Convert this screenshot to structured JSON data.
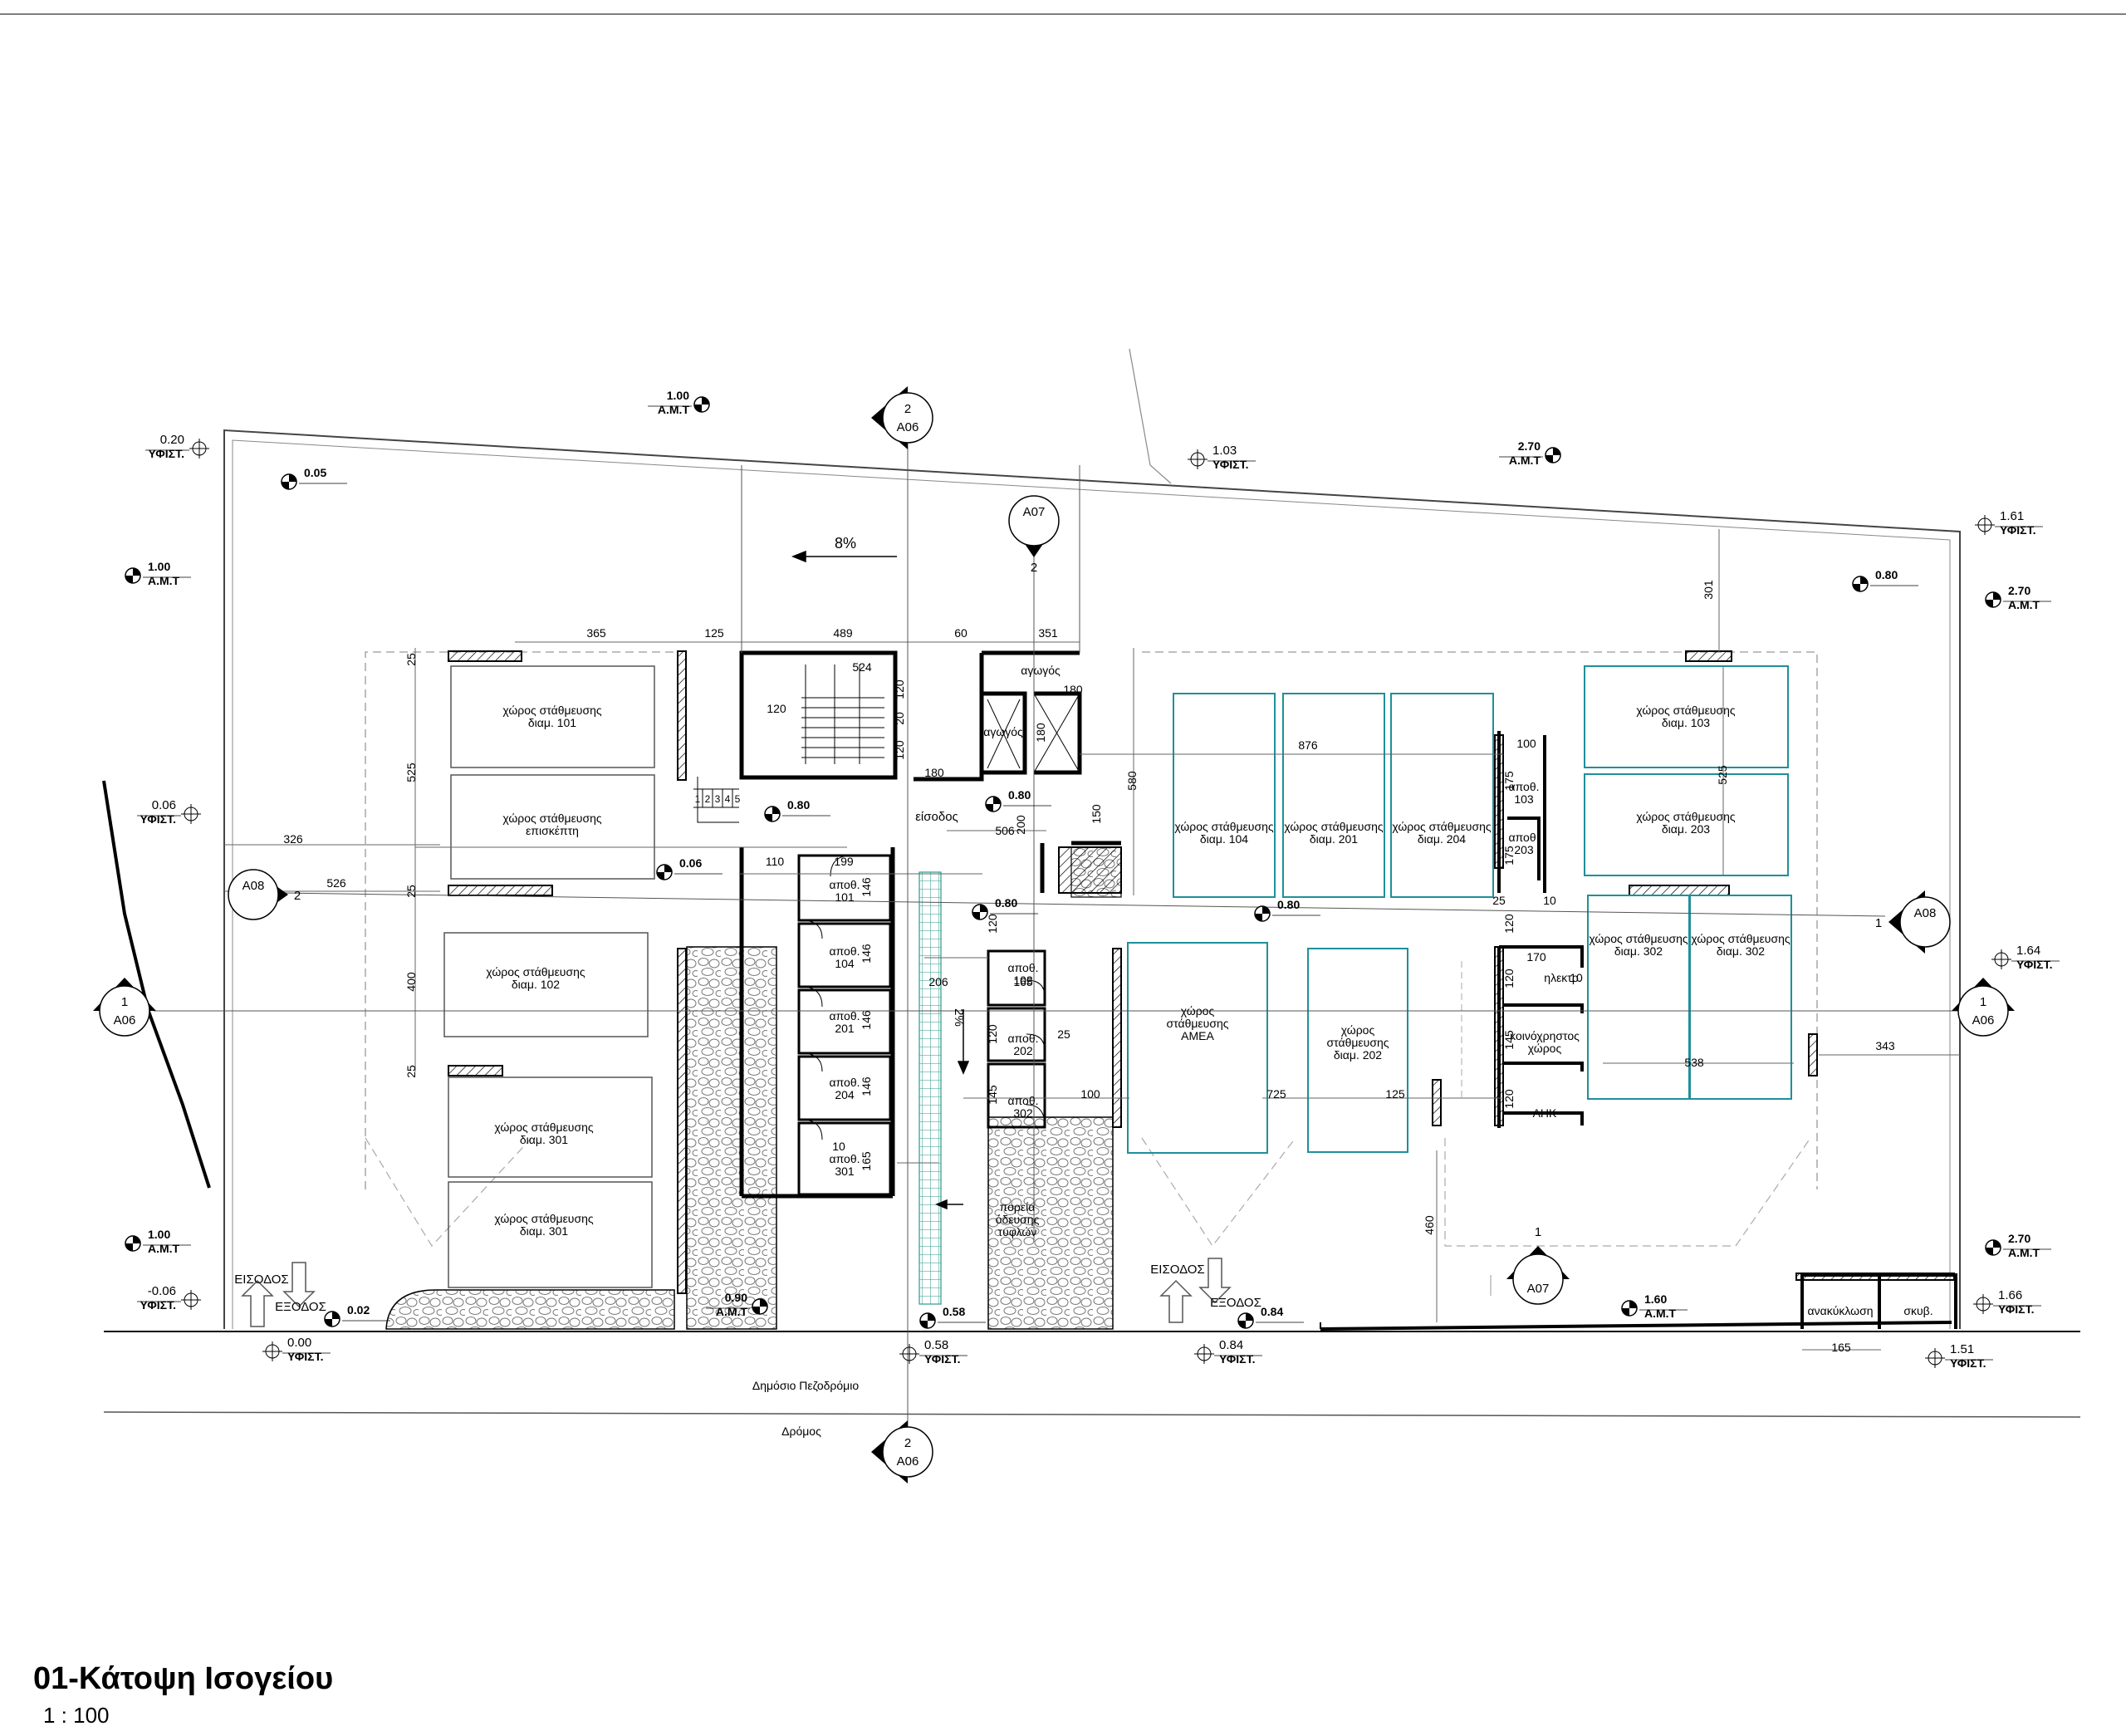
{
  "title": "01-Κάτοψη Ισογείου",
  "scale": "1 : 100",
  "spaces": {
    "p101": [
      "χώρος στάθμευσης",
      "διαμ. 101"
    ],
    "pvisit": [
      "χώρος στάθμευσης",
      "επισκέπτη"
    ],
    "p102": [
      "χώρος στάθμευσης",
      "διαμ. 102"
    ],
    "p301a": [
      "χώρος στάθμευσης",
      "διαμ. 301"
    ],
    "p301b": [
      "χώρος στάθμευσης",
      "διαμ. 301"
    ],
    "p104": [
      "χώρος στάθμευσης",
      "διαμ. 104"
    ],
    "p201": [
      "χώρος στάθμευσης",
      "διαμ. 201"
    ],
    "p204": [
      "χώρος στάθμευσης",
      "διαμ. 204"
    ],
    "pamea": [
      "χώρος",
      "στάθμευσης",
      "ΑΜΕΑ"
    ],
    "p202": [
      "χώρος",
      "στάθμευσης",
      "διαμ. 202"
    ],
    "p103": [
      "χώρος στάθμευσης",
      "διαμ. 103"
    ],
    "p203": [
      "χώρος στάθμευσης",
      "διαμ. 203"
    ],
    "p302a": [
      "χώρος στάθμευσης",
      "διαμ. 302"
    ],
    "p302b": [
      "χώρος στάθμευσης",
      "διαμ. 302"
    ]
  },
  "storage": {
    "s101": [
      "αποθ.",
      "101"
    ],
    "s104": [
      "αποθ.",
      "104"
    ],
    "s201": [
      "αποθ.",
      "201"
    ],
    "s204": [
      "αποθ.",
      "204"
    ],
    "s301": [
      "αποθ.",
      "301"
    ],
    "s102": [
      "αποθ.",
      "102"
    ],
    "s202": [
      "αποθ.",
      "202"
    ],
    "s302": [
      "αποθ.",
      "302"
    ],
    "s103": [
      "αποθ.",
      "103"
    ],
    "s203": [
      "αποθ.",
      "203"
    ]
  },
  "labels": {
    "duct1": "αγωγός",
    "duct2": "αγωγός",
    "entrance": "είσοδος",
    "electrical": "ηλεκτρ.",
    "common": [
      "κοινόχρηστος",
      "χώρος"
    ],
    "ahk": "ΑΗΚ",
    "recycling": "ανακύκλωση",
    "bins": "σκυβ.",
    "tactile": [
      "πορεία",
      "όδευσης",
      "τυφλών"
    ],
    "sidewalk": "Δημόσιο Πεζοδρόμιο",
    "road": "Δρόμος",
    "entry1": "ΕΙΣΟΔΟΣ",
    "exit1": "ΕΞΟΔΟΣ",
    "entry2": "ΕΙΣΟΔΟΣ",
    "exit2": "ΕΞΟΔΟΣ",
    "slope1": "8%",
    "slope2": "2%",
    "stair_steps": [
      "1",
      "2",
      "3",
      "4",
      "5"
    ]
  },
  "levels": {
    "l020": [
      "0.20",
      "ΥΦΙΣΤ."
    ],
    "l100top": [
      "1.00",
      "Α.Μ.Τ"
    ],
    "l005": [
      "0.05",
      ""
    ],
    "l103": [
      "1.03",
      "ΥΦΙΣΤ."
    ],
    "l270top": [
      "2.70",
      "Α.Μ.Τ"
    ],
    "l161": [
      "1.61",
      "ΥΦΙΣΤ."
    ],
    "l100left": [
      "1.00",
      "Α.Μ.Τ"
    ],
    "l080right": [
      "0.80",
      ""
    ],
    "l270r": [
      "2.70",
      "Α.Μ.Τ"
    ],
    "l006left": [
      "0.06",
      "ΥΦΙΣΤ."
    ],
    "l080a": [
      "0.80",
      ""
    ],
    "l080b": [
      "0.80",
      ""
    ],
    "l006mid": [
      "0.06",
      ""
    ],
    "l080c": [
      "0.80",
      ""
    ],
    "l080d": [
      "0.80",
      ""
    ],
    "l164": [
      "1.64",
      "ΥΦΙΣΤ."
    ],
    "l100bl": [
      "1.00",
      "Α.Μ.Τ"
    ],
    "l270br": [
      "2.70",
      "Α.Μ.Τ"
    ],
    "ln006": [
      "-0.06",
      "ΥΦΙΣΤ."
    ],
    "l002": [
      "0.02",
      ""
    ],
    "l090": [
      "0.90",
      "Α.Μ.Τ"
    ],
    "l058b": [
      "0.58",
      ""
    ],
    "l084b": [
      "0.84",
      ""
    ],
    "l160": [
      "1.60",
      "Α.Μ.Τ"
    ],
    "l166": [
      "1.66",
      "ΥΦΙΣΤ."
    ],
    "l000": [
      "0.00",
      "ΥΦΙΣΤ."
    ],
    "l058": [
      "0.58",
      "ΥΦΙΣΤ."
    ],
    "l084": [
      "0.84",
      "ΥΦΙΣΤ."
    ],
    "l151": [
      "1.51",
      "ΥΦΙΣΤ."
    ]
  },
  "markers": {
    "m2top": [
      "2",
      "A06"
    ],
    "a07top": [
      "A07",
      "2"
    ],
    "a08left": [
      "A08",
      "2"
    ],
    "a08right": [
      "1",
      "A08"
    ],
    "a06left": [
      "1",
      "A06"
    ],
    "a06right": [
      "1",
      "A06"
    ],
    "a07bot": [
      "1",
      "A07"
    ],
    "m2bot": [
      "2",
      "A06"
    ]
  },
  "dims": [
    "365",
    "125",
    "489",
    "60",
    "351",
    "524",
    "120",
    "120",
    "20",
    "180",
    "120",
    "180",
    "180",
    "876",
    "100",
    "301",
    "25",
    "525",
    "25",
    "400",
    "25",
    "326",
    "526",
    "110",
    "199",
    "146",
    "146",
    "146",
    "146",
    "165",
    "10",
    "506",
    "200",
    "150",
    "580",
    "206",
    "120",
    "165",
    "120",
    "25",
    "145",
    "100",
    "725",
    "125",
    "175",
    "175",
    "25",
    "10",
    "120",
    "170",
    "10",
    "120",
    "145",
    "120",
    "538",
    "343",
    "525",
    "460",
    "165"
  ]
}
